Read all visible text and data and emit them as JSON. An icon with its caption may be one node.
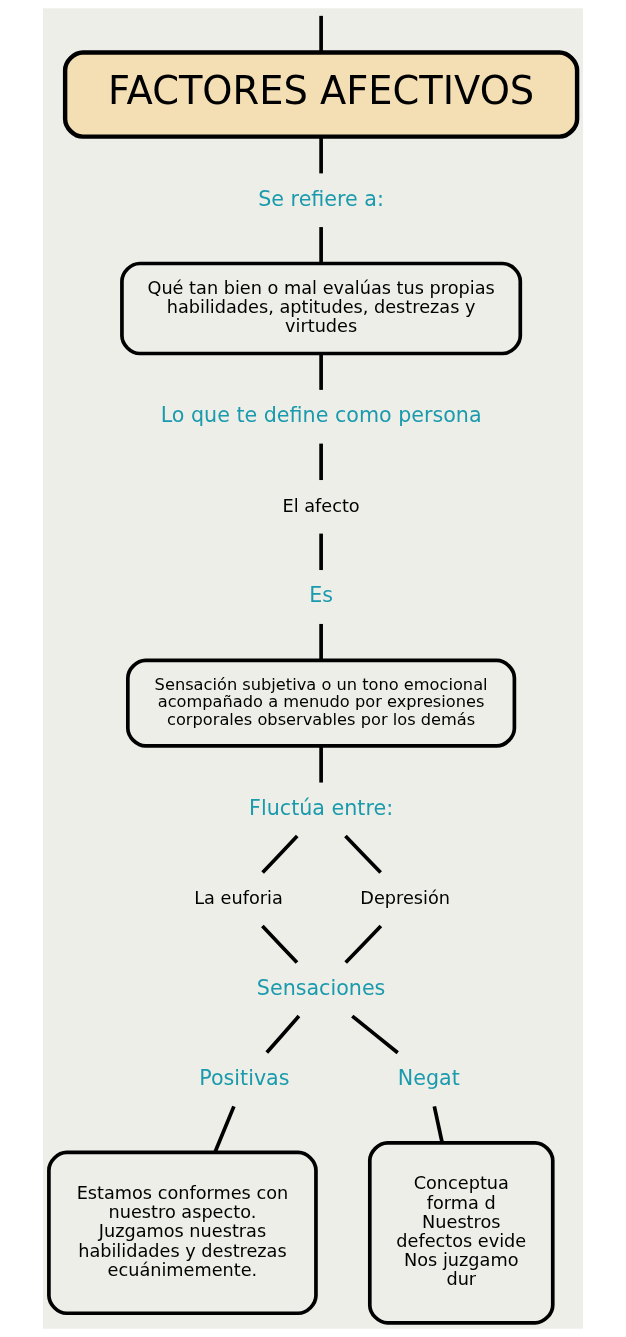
{
  "diagram": {
    "nodes": [
      {
        "text": [
          "FACTORES AFECTIVOS"
        ]
      },
      {
        "text": [
          "Se refiere a:"
        ]
      },
      {
        "text": [
          "Qué tan bien o mal evalúas tus propias habilidades, aptitudes, destrezas y virtudes"
        ]
      },
      {
        "text": [
          "Lo que te define como persona"
        ]
      },
      {
        "text": [
          "El afecto"
        ]
      },
      {
        "text": [
          "Es"
        ]
      },
      {
        "text": [
          "Sensación subjetiva o un tono emocional acompañado a menudo por expresiones corporales observables por los demás"
        ]
      },
      {
        "text": [
          "Fluctúa entre:"
        ]
      },
      {
        "text": [
          "La euforia"
        ]
      },
      {
        "text": [
          "Depresión"
        ]
      },
      {
        "text": [
          "Sensaciones"
        ]
      },
      {
        "text": [
          "Positivas"
        ]
      },
      {
        "text": [
          "Negat"
        ]
      },
      {
        "text": [
          "Estamos conformes con nuestro aspecto.",
          "Juzgamos nuestras habilidades y destrezas ecuánimemente."
        ]
      },
      {
        "text": [
          "Conceptua forma d",
          "Nuestros defectos evide",
          "Nos juzgamo dur"
        ]
      }
    ],
    "edges": [
      {
        "from": null,
        "to": 0,
        "arrow": "none"
      },
      {
        "from": 0,
        "to": 1,
        "arrow": "none"
      },
      {
        "from": 1,
        "to": 2,
        "arrow": "none"
      },
      {
        "from": 2,
        "to": 3,
        "arrow": "none"
      },
      {
        "from": 3,
        "to": 4,
        "arrow": "none"
      },
      {
        "from": 4,
        "to": 5,
        "arrow": "none"
      },
      {
        "from": 5,
        "to": 6,
        "arrow": "none"
      },
      {
        "from": 6,
        "to": 7,
        "arrow": "none"
      },
      {
        "from": 7,
        "to": 8,
        "arrow": "none"
      },
      {
        "from": 7,
        "to": 9,
        "arrow": "none"
      },
      {
        "from": 8,
        "to": 10,
        "arrow": "none"
      },
      {
        "from": 9,
        "to": 10,
        "arrow": "none"
      },
      {
        "from": 10,
        "to": 11,
        "arrow": "none"
      },
      {
        "from": 10,
        "to": 12,
        "arrow": "none"
      },
      {
        "from": 11,
        "to": 13,
        "arrow": "none"
      },
      {
        "from": 12,
        "to": 14,
        "arrow": "none"
      }
    ]
  }
}
